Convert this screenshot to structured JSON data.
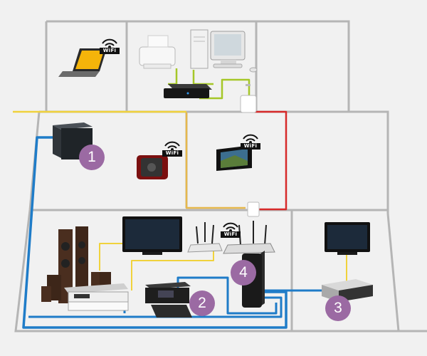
{
  "badges": [
    "1",
    "2",
    "3",
    "4"
  ],
  "wifi_label": "WiFi",
  "colors": {
    "background": "#f1f1f1",
    "wall": "#b5b5b5",
    "cable_lan_blue": "#1f7cc8",
    "cable_yellow": "#f0d23c",
    "cable_green": "#a5c728",
    "cable_red": "#d72a2a",
    "cable_orange": "#e6b84c",
    "badge": "#9b6aa3"
  },
  "devices": [
    "laptop",
    "printer",
    "desktop-computer",
    "crt-monitor",
    "network-switch",
    "powerline-adapter",
    "nas-drive",
    "internet-radio",
    "digital-photo-frame",
    "speaker-set",
    "flat-screen-tv",
    "wifi-router",
    "wifi-access-point",
    "av-receiver",
    "media-center-pc",
    "keyboard",
    "media-player",
    "modem",
    "tv"
  ]
}
